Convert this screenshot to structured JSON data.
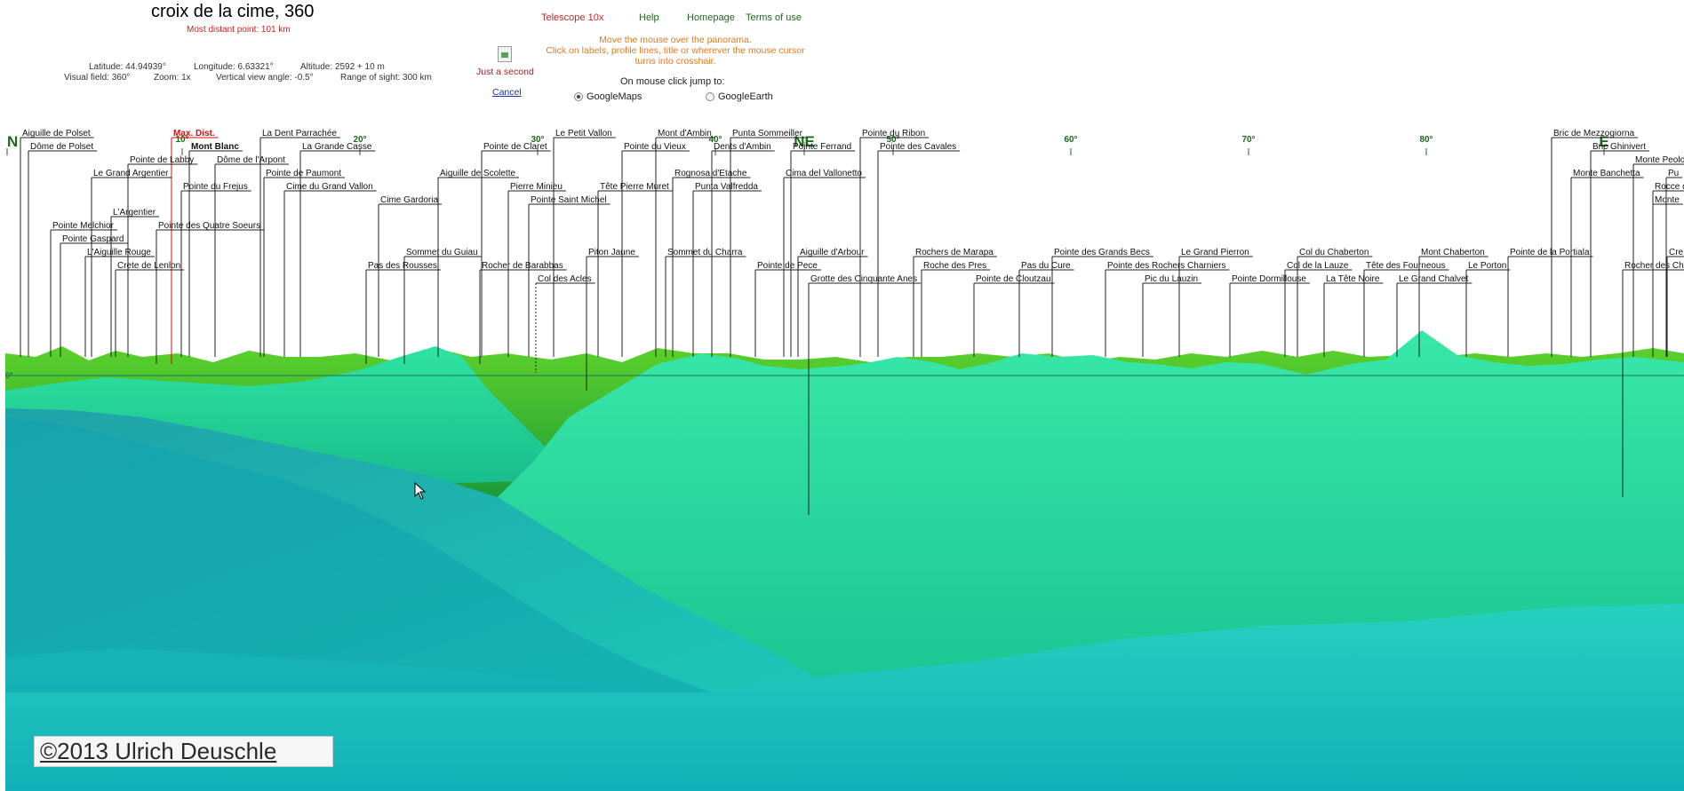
{
  "header": {
    "title": "croix de la cime, 360",
    "subtitle": "Most distant point: 101 km",
    "latitude": "Latitude: 44.94939°",
    "longitude": "Longitude: 6.63321°",
    "altitude": "Altitude: 2592 + 10 m",
    "visual_field": "Visual field: 360°",
    "zoom": "Zoom: 1x",
    "vertical_angle": "Vertical view angle: -0.5°",
    "range": "Range of sight: 300 km",
    "just_a_second": "Just a second",
    "cancel": "Cancel"
  },
  "nav": {
    "telescope": "Telescope 10x",
    "help": "Help",
    "homepage": "Homepage",
    "terms": "Terms of use"
  },
  "hint": {
    "line1": "Move the mouse over the panorama.",
    "line2": "Click on labels, profile lines, title or wherever the mouse cursor",
    "line3": "turns into crosshair."
  },
  "jump": {
    "label": "On mouse click jump to:",
    "options": [
      "GoogleMaps",
      "GoogleEarth"
    ],
    "selected": "GoogleMaps"
  },
  "compass": {
    "horizon_label": "0°",
    "marks": [
      "N",
      "10°",
      "20°",
      "30°",
      "40°",
      "NE",
      "50°",
      "60°",
      "70°",
      "80°",
      "E"
    ]
  },
  "peaks": [
    "Aiguille de Polset",
    "Dôme de Polset",
    "Max. Dist.",
    "Mont Blanc",
    "La Dent Parrachée",
    "La Grande Casse",
    "Pointe de Labby",
    "Dôme de l'Arpont",
    "Le Grand Argentier",
    "Pointe de Paumont",
    "Pointe du Frejus",
    "Cime du Grand Vallon",
    "L'Argentier",
    "Pointe Melchior",
    "Pointe des Quatre Soeurs",
    "Pointe Gaspard",
    "L'Aiguille Rouge",
    "Crete de Lenlon",
    "Pointe de Claret",
    "Le Petit Vallon",
    "Aiguille de Scolette",
    "Cime Gardoria",
    "Pierre Minieu",
    "Pointe Saint Michel",
    "Sommet du Guiau",
    "Pas des Rousses",
    "Rocher de Barabbas",
    "Col des Acles",
    "Piton Jaune",
    "Mont d'Ambin",
    "Punta Sommeiller",
    "Pointe du Vieux",
    "Dents d'Ambin",
    "Rognosa d'Etache",
    "Tête Pierre Muret",
    "Punta Valfredda",
    "Sommet du Charra",
    "Pointe Ferrand",
    "Cima del Vallonetto",
    "Aiguille d'Arbour",
    "Pointe de Pece",
    "Grotte des Cinquante Anes",
    "Pointe du Ribon",
    "Pointe des Cavales",
    "Rochers de Marapa",
    "Roche des Pres",
    "Pointe de Cloutzau",
    "Pointe des Grands Becs",
    "Pas du Cure",
    "Pointe des Rochers Charniers",
    "Pic du Lauzin",
    "Le Grand Pierron",
    "Pointe Dormillouse",
    "Col du Chaberton",
    "Col de la Lauze",
    "La Tête Noire",
    "Mont Chaberton",
    "Tête des Fourneous",
    "Le Grand Chalvet",
    "Le Porton",
    "Pointe de la Portiala",
    "Bric de Mezzogiorna",
    "Bric Ghinivert",
    "Monte Banchetta",
    "Monte Peolo",
    "Rocce del Ro",
    "Monte",
    "Rocher des Ch",
    "Cre",
    "Pu"
  ],
  "copyright": "©2013 Ulrich Deuschle",
  "colors": {
    "max_dist": "#cc1111",
    "compass": "#1a6a1a",
    "sky": "#ffffff",
    "far_ridge": "#2fa83a",
    "mid_ridge": "#2bd69a",
    "near_ridge": "#1cc9b4"
  }
}
